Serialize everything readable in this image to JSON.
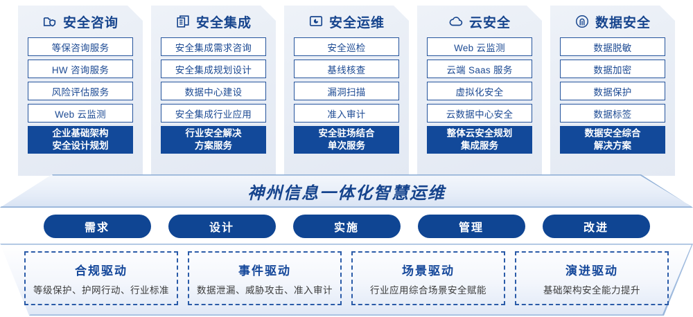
{
  "columns": [
    {
      "icon": "folder-shield-icon",
      "title": "安全咨询",
      "items": [
        "等保咨询服务",
        "HW 咨询服务",
        "风险评估服务",
        "Web 云监测"
      ],
      "footer": [
        "企业基础架构",
        "安全设计规划"
      ]
    },
    {
      "icon": "stacked-documents-icon",
      "title": "安全集成",
      "items": [
        "安全集成需求咨询",
        "安全集成规划设计",
        "数据中心建设",
        "安全集成行业应用"
      ],
      "footer": [
        "行业安全解决",
        "方案服务"
      ]
    },
    {
      "icon": "monitor-pie-icon",
      "title": "安全运维",
      "items": [
        "安全巡检",
        "基线核查",
        "漏洞扫描",
        "准入审计"
      ],
      "footer": [
        "安全驻场结合",
        "单次服务"
      ]
    },
    {
      "icon": "cloud-icon",
      "title": "云安全",
      "items": [
        "Web 云监测",
        "云端 Saas 服务",
        "虚拟化安全",
        "云数据中心安全"
      ],
      "footer": [
        "整体云安全规划",
        "集成服务"
      ]
    },
    {
      "icon": "fingerprint-icon",
      "title": "数据安全",
      "items": [
        "数据脱敏",
        "数据加密",
        "数据保护",
        "数据标签"
      ],
      "footer": [
        "数据安全综合",
        "解决方案"
      ]
    }
  ],
  "banner": {
    "text": "神州信息一体化智慧运维"
  },
  "pills": [
    {
      "label": "需求"
    },
    {
      "label": "设计"
    },
    {
      "label": "实施"
    },
    {
      "label": "管理"
    },
    {
      "label": "改进"
    }
  ],
  "drivers": [
    {
      "heading": "合规驱动",
      "subtitle": "等级保护、护网行动、行业标准"
    },
    {
      "heading": "事件驱动",
      "subtitle": "数据泄漏、威胁攻击、准入审计"
    },
    {
      "heading": "场景驱动",
      "subtitle": "行业应用综合场景安全赋能"
    },
    {
      "heading": "演进驱动",
      "subtitle": "基础架构安全能力提升"
    }
  ],
  "colors": {
    "brand_blue": "#14479a",
    "deep_blue": "#12499a",
    "panel_bg": "#e9eef6",
    "border_blue": "#24539c"
  }
}
